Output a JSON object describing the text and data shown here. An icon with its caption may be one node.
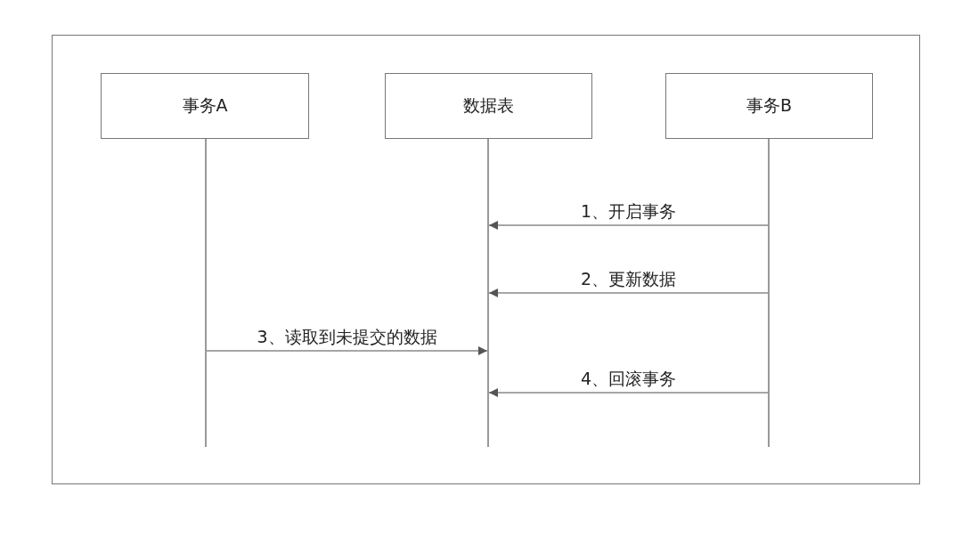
{
  "diagram": {
    "nodes": [
      {
        "text": [
          "事务A"
        ]
      },
      {
        "text": [
          "数据表"
        ]
      },
      {
        "text": [
          "事务B"
        ]
      },
      {
        "text": [],
        "shape": "line"
      },
      {
        "text": [],
        "shape": "line"
      },
      {
        "text": [],
        "shape": "line"
      }
    ],
    "edges": [
      {
        "from": 5,
        "to": 4,
        "arrow": "to",
        "label": "1、开启事务"
      },
      {
        "from": 5,
        "to": 4,
        "arrow": "to",
        "label": "2、更新数据"
      },
      {
        "from": 3,
        "to": 4,
        "arrow": "to",
        "label": "3、读取到未提交的数据"
      },
      {
        "from": 5,
        "to": 4,
        "arrow": "to",
        "label": "4、回滚事务"
      }
    ]
  }
}
